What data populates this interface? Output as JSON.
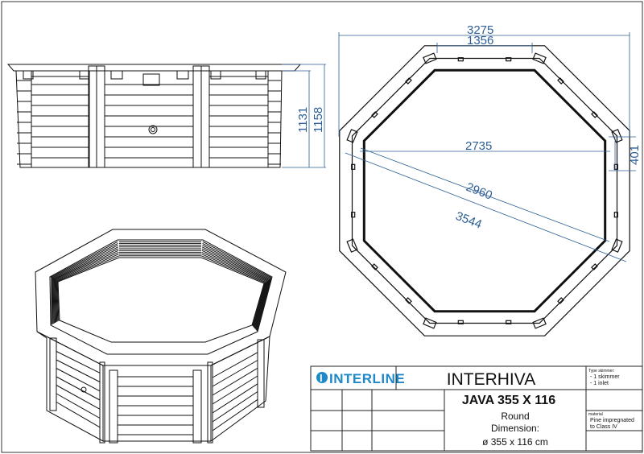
{
  "dimensions": {
    "overall_width": "3275",
    "side_length": "1356",
    "inner_width": "2735",
    "mid_diagonal": "2960",
    "outer_diagonal": "3544",
    "height_inner": "1131",
    "height_outer": "1158",
    "beam": "401"
  },
  "title_block": {
    "brand": "INTERLINE",
    "product_line": "INTERHIVA",
    "model": "JAVA 355 X 116",
    "shape": "Round",
    "dimension_label": "Dimension:",
    "dimension_value": "ø 355 x 116 cm",
    "type_label": "Type skimmer:",
    "type_lines": [
      "- 1 skimmer",
      "- 1 inlet"
    ],
    "material_label": "material",
    "material_lines": [
      "Pine impregnated",
      "to Class IV"
    ]
  },
  "colors": {
    "line": "#111111",
    "dimension": "#2d5f95",
    "brand": "#1e88c8"
  }
}
